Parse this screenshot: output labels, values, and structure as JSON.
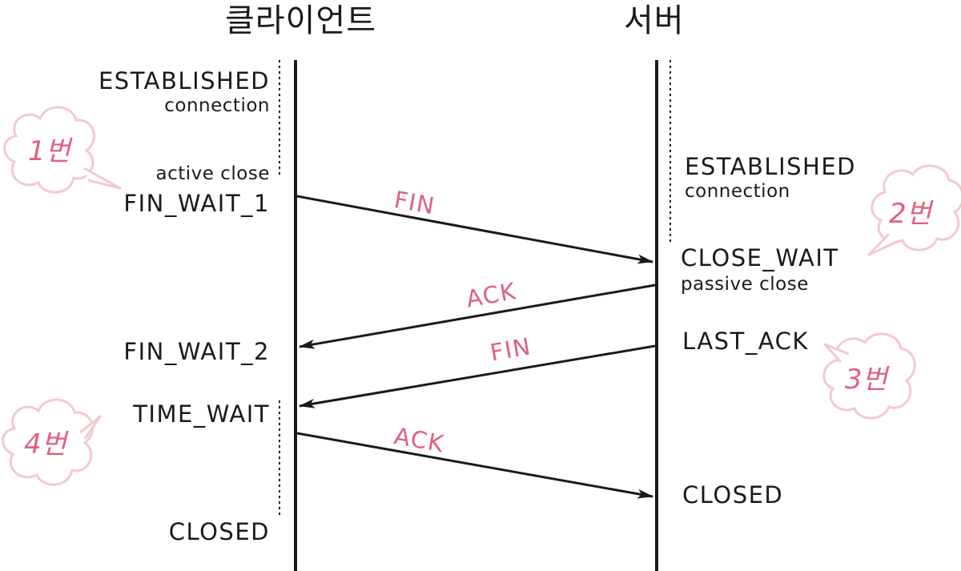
{
  "headers": {
    "client": "클라이언트",
    "server": "서버"
  },
  "client_states": {
    "established": "ESTABLISHED",
    "connection": "connection",
    "active_close": "active close",
    "fin_wait_1": "FIN_WAIT_1",
    "fin_wait_2": "FIN_WAIT_2",
    "time_wait": "TIME_WAIT",
    "closed": "CLOSED"
  },
  "server_states": {
    "established": "ESTABLISHED",
    "connection": "connection",
    "close_wait": "CLOSE_WAIT",
    "passive_close": "passive close",
    "last_ack": "LAST_ACK",
    "closed": "CLOSED"
  },
  "messages": {
    "fin1": "FIN",
    "ack1": "ACK",
    "fin2": "FIN",
    "ack2": "ACK"
  },
  "badges": {
    "b1": "1번",
    "b2": "2번",
    "b3": "3번",
    "b4": "4번"
  },
  "colors": {
    "accent": "#e0607c",
    "cloud_stroke": "#f2c9cf",
    "line": "#1a1a1a"
  }
}
